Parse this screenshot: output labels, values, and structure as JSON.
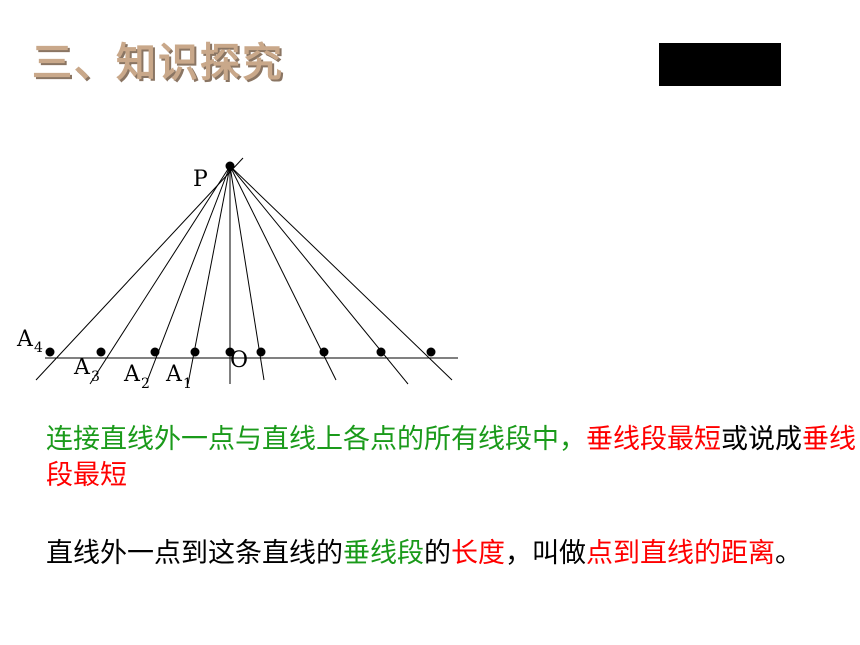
{
  "title": "三、知识探究",
  "figure": {
    "label_p": "P",
    "label_o": "O",
    "points_a": [
      {
        "letter": "A",
        "sub": "4"
      },
      {
        "letter": "A",
        "sub": "3"
      },
      {
        "letter": "A",
        "sub": "2"
      },
      {
        "letter": "A",
        "sub": "1"
      }
    ]
  },
  "para1": {
    "part1": "连接直线外一点与直线上各点的所有线段中，",
    "part2": "垂线段最短",
    "part3": "或说成",
    "part4": "垂线段最短"
  },
  "para2": {
    "part1": "直线外一点到这条直线的",
    "part2": "垂线段",
    "part3": "的",
    "part4": "长度",
    "part5": "，叫做",
    "part6": "点到直线的距离",
    "part7": "。"
  },
  "colors": {
    "green": "#1a9a1a",
    "red": "#ff0000",
    "title": "#c9a88a"
  }
}
